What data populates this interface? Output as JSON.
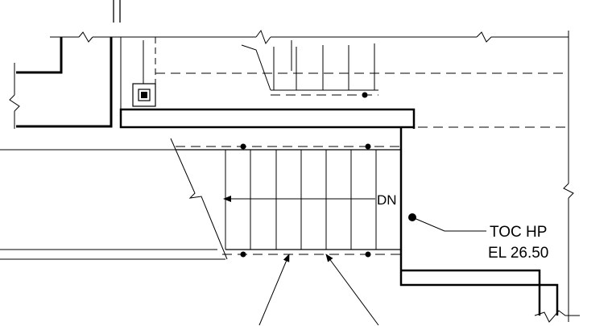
{
  "drawing": {
    "stair_direction_label": "DN",
    "callout": {
      "line1": "TOC HP",
      "line2": "EL 26.50"
    }
  },
  "colors": {
    "ink": "#000000",
    "paper": "#ffffff"
  }
}
